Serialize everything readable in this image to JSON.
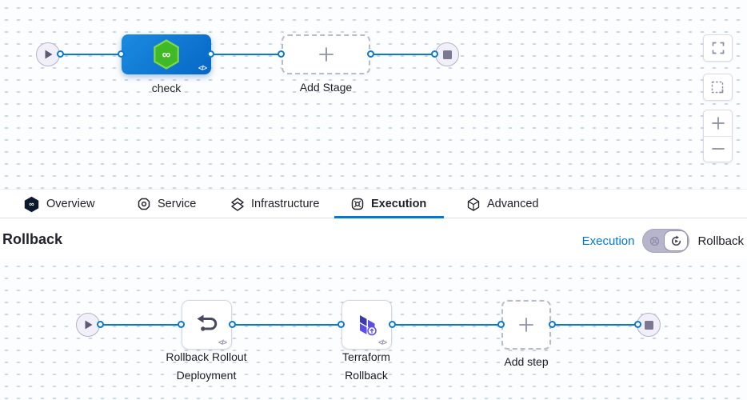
{
  "canvas_top": {
    "stage_label": "check",
    "add_stage_label": "Add Stage",
    "code_glyph": "</>"
  },
  "tabs": {
    "items": [
      {
        "label": "Overview",
        "icon": "harness-logo",
        "active": false
      },
      {
        "label": "Service",
        "icon": "service",
        "active": false
      },
      {
        "label": "Infrastructure",
        "icon": "infrastructure",
        "active": false
      },
      {
        "label": "Execution",
        "icon": "execution",
        "active": true
      },
      {
        "label": "Advanced",
        "icon": "advanced",
        "active": false
      }
    ]
  },
  "rollback_section": {
    "heading": "Rollback",
    "view_link_label": "Execution",
    "view_current_label": "Rollback",
    "toggle_state": "rollback"
  },
  "canvas_bottom": {
    "steps": [
      {
        "icon": "rollback-arrow",
        "label_lines": [
          "Rollback Rollout",
          "Deployment"
        ]
      },
      {
        "icon": "terraform-rollback",
        "label_lines": [
          "Terraform",
          "Rollback"
        ]
      }
    ],
    "add_step_label": "Add step",
    "code_glyph": "</>"
  },
  "icons": {
    "infinity_glyph": "∞"
  },
  "colors": {
    "primary_blue": "#0278d5",
    "edge_blue": "#0b79d0",
    "stage_green": "#3fba26",
    "terraform_purple": "#5c4ee4",
    "canvas_dot": "#c8d6e3"
  }
}
